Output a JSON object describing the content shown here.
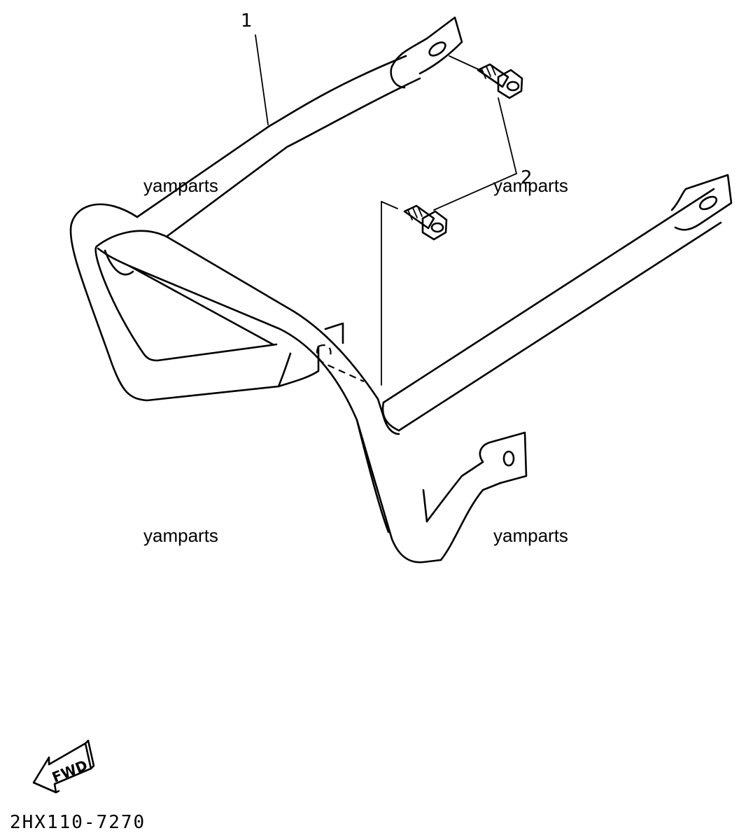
{
  "callouts": [
    {
      "id": "1",
      "label": "1"
    },
    {
      "id": "2",
      "label": "2"
    }
  ],
  "watermarks": [
    "yamparts",
    "yamparts",
    "yamparts",
    "yamparts"
  ],
  "fwd_arrow_label": "FWD",
  "diagram_code": "2HX110-7270"
}
